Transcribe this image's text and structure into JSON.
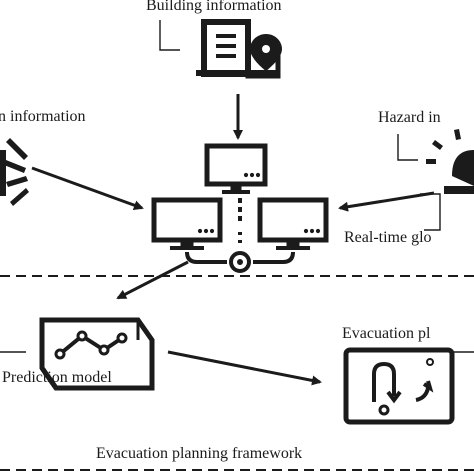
{
  "labels": {
    "building": "Building information",
    "people": "n information",
    "hazard": "Hazard in",
    "realtime": "Real-time glo",
    "prediction": "Prediction model",
    "evacuation_plan": "Evacuation pl",
    "framework": "Evacuation planning framework"
  },
  "icons": {
    "building": "building-pin-icon",
    "people": "sound-wave-icon",
    "hazard": "alarm-siren-icon",
    "computers": "network-computer-icon",
    "prediction": "prediction-cube-icon",
    "plan": "route-plan-icon"
  },
  "colors": {
    "ink": "#1b1b1b",
    "background": "#ffffff"
  }
}
